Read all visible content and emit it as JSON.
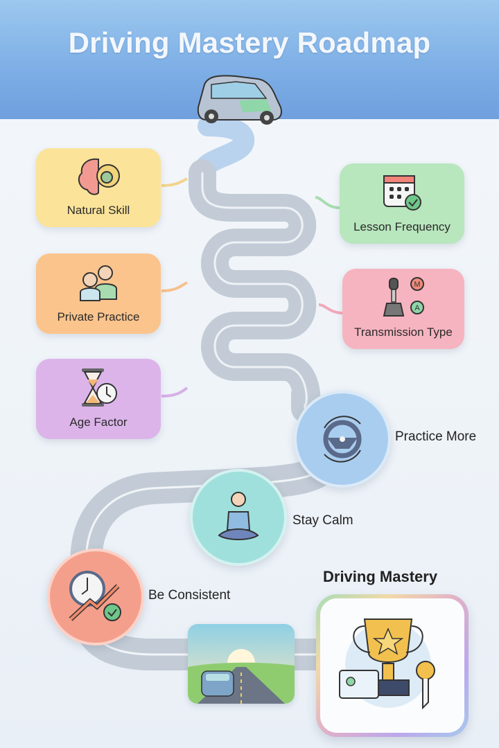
{
  "header": {
    "title": "Driving Mastery Roadmap"
  },
  "factors": [
    {
      "label": "Natural Skill",
      "icon": "brain-gear-icon",
      "color": "#fbe39a"
    },
    {
      "label": "Lesson Frequency",
      "icon": "calendar-check-icon",
      "color": "#b8e6bd"
    },
    {
      "label": "Private Practice",
      "icon": "learner-instructor-icon",
      "color": "#fbc48c"
    },
    {
      "label": "Transmission Type",
      "icon": "gear-shift-icon",
      "color": "#f6b4c0"
    },
    {
      "label": "Age Factor",
      "icon": "hourglass-clock-icon",
      "color": "#dcb4ea"
    }
  ],
  "steps": [
    {
      "label": "Practice More",
      "icon": "steering-wheel-icon",
      "color": "#a9cdef"
    },
    {
      "label": "Stay Calm",
      "icon": "meditation-icon",
      "color": "#9fe0dc"
    },
    {
      "label": "Be Consistent",
      "icon": "clock-growth-icon",
      "color": "#f49f8c"
    }
  ],
  "goal": {
    "title": "Driving Mastery",
    "icon": "trophy-license-key-icon"
  },
  "scene": {
    "icon": "open-road-sunrise-icon"
  },
  "colors": {
    "header": "#7fb0e6",
    "road": "#c3ccd6",
    "road_line": "#ffffff"
  }
}
